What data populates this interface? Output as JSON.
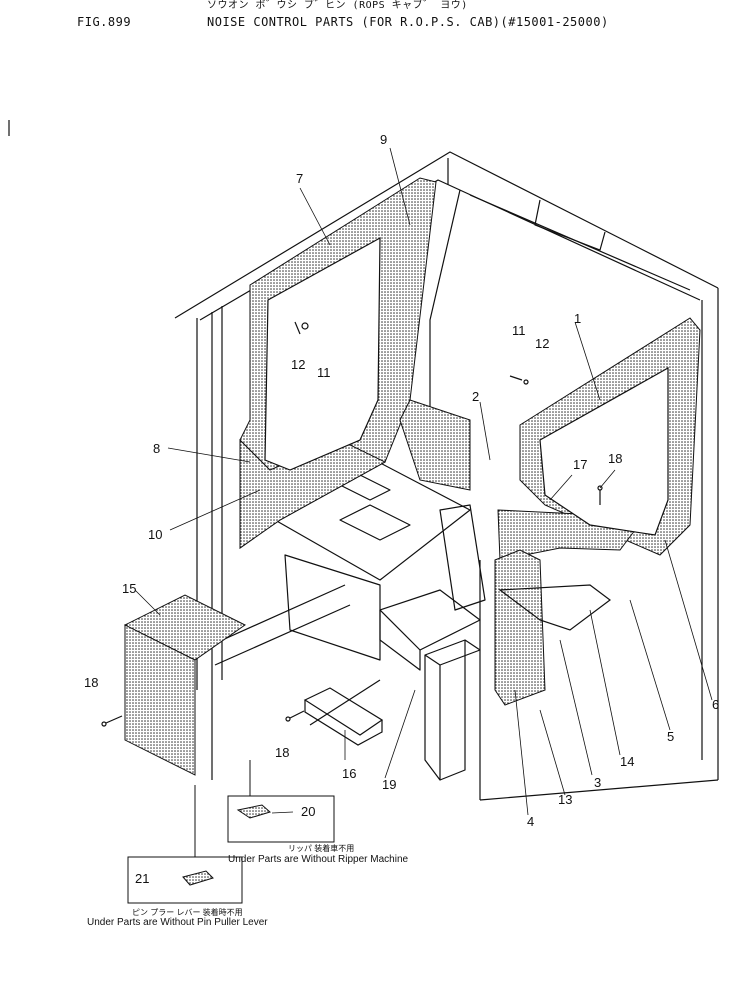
{
  "header": {
    "fig_no": "FIG.899",
    "title_kana": "ソウオン ボ゛ウシ ブ゛ヒン (ROPS キャブ゛ ヨウ)",
    "title": "NOISE CONTROL PARTS (FOR R.O.P.S. CAB)(#15001-25000)"
  },
  "callouts": [
    "1",
    "2",
    "3",
    "4",
    "5",
    "6",
    "7",
    "8",
    "9",
    "10",
    "11",
    "11",
    "12",
    "12",
    "13",
    "14",
    "15",
    "16",
    "17",
    "18",
    "18",
    "18",
    "19",
    "20",
    "21"
  ],
  "notes": {
    "ripper_kana": "リッパ 装着車不用",
    "ripper": "Under Parts are Without Ripper Machine",
    "pin_kana": "ピン プラー レバー 装着時不用",
    "pin": "Under Parts are Without Pin Puller Lever"
  }
}
